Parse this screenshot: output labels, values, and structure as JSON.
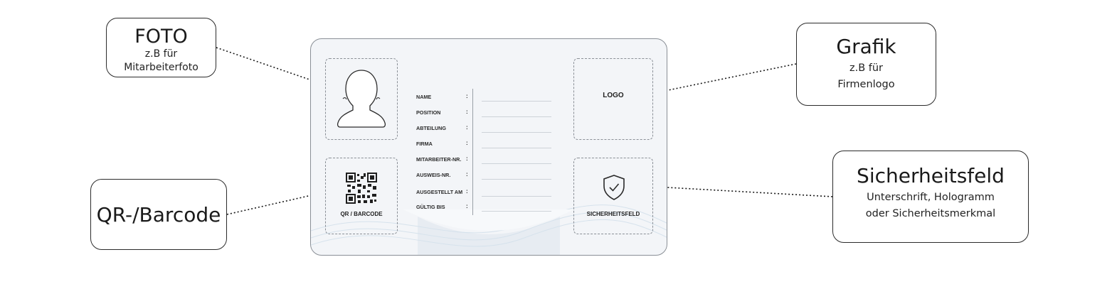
{
  "callouts": {
    "foto": {
      "title": "FOTO",
      "sub1": "z.B für",
      "sub2": "Mitarbeiterfoto"
    },
    "qr": {
      "title": "QR-/Barcode"
    },
    "grafik": {
      "title": "Grafik",
      "sub1": "z.B für",
      "sub2": "Firmenlogo"
    },
    "sicherheit": {
      "title": "Sicherheitsfeld",
      "sub1": "Unterschrift, Hologramm",
      "sub2": "oder Sicherheitsmerkmal"
    }
  },
  "card": {
    "qr_label": "QR / BARCODE",
    "logo_label": "LOGO",
    "security_label": "SICHERHEITSFELD",
    "separator": ":",
    "fields": [
      "NAME",
      "POSITION",
      "ABTEILUNG",
      "FIRMA",
      "MITARBEITER-NR.",
      "AUSWEIS-NR.",
      "AUSGESTELLT AM",
      "GÜLTIG BIS"
    ]
  },
  "icons": {
    "photo": "person-silhouette-icon",
    "qr": "qr-code-icon",
    "security": "shield-check-icon"
  },
  "colors": {
    "card_border": "#8a8f96",
    "card_background": "#f3f5f8",
    "text": "#1a1a1a"
  }
}
